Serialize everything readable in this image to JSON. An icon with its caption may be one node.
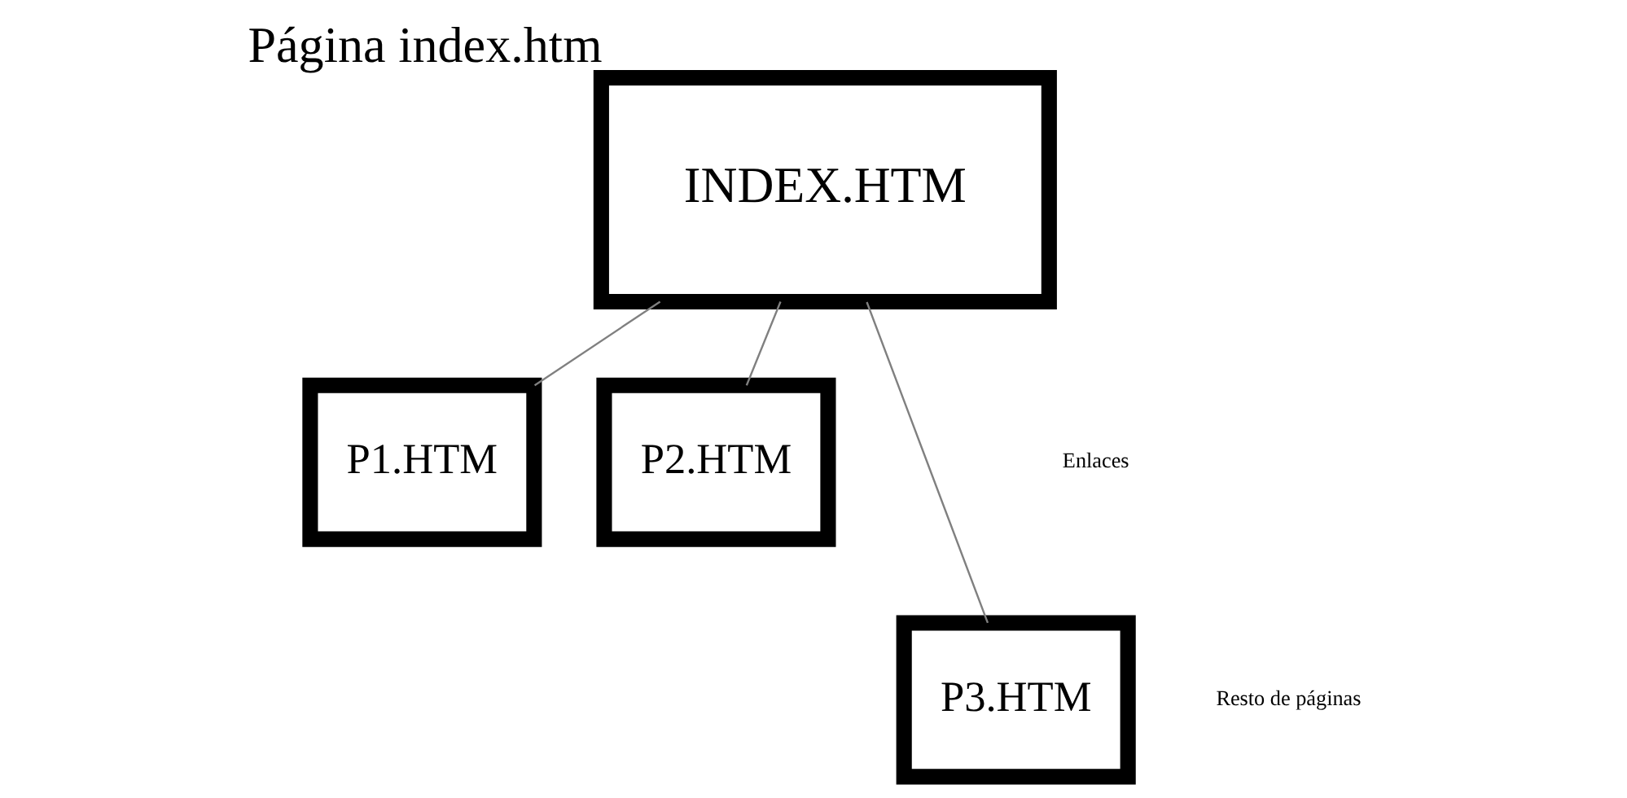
{
  "diagram": {
    "nodes": [
      {
        "text": [
          "INDEX.HTM"
        ],
        "beside": [
          "Página index.htm"
        ]
      },
      {
        "text": [
          "P1.HTM"
        ]
      },
      {
        "text": [
          "P2.HTM"
        ]
      },
      {
        "text": [
          "P3.HTM"
        ]
      }
    ],
    "edges": [
      {
        "from": 0,
        "to": 1,
        "arrow": "none"
      },
      {
        "from": 0,
        "to": 2,
        "arrow": "none"
      },
      {
        "from": 0,
        "to": 3,
        "arrow": "none"
      }
    ],
    "labels": [
      "Enlaces",
      "Resto de páginas"
    ]
  }
}
